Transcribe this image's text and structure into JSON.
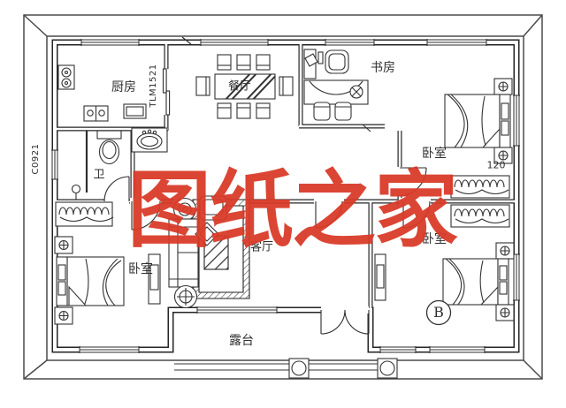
{
  "watermark": {
    "text": "图纸之家",
    "color": "#d93a28"
  },
  "labels": {
    "kitchen": "厨房",
    "dining": "餐厅",
    "study": "书房",
    "bath": "卫",
    "living": "客厅",
    "terrace": "露台",
    "bedroom_ne": "卧室",
    "bedroom_se": "卧室",
    "bedroom_w": "卧室",
    "sliding_door_code": "TLM1521",
    "window_code": "C0921",
    "dim_120": "120",
    "grid_b": "B"
  },
  "colors": {
    "ink": "#2e2e2e",
    "frame": "#454545",
    "watermark": "#d93a28",
    "paper": "#ffffff"
  }
}
